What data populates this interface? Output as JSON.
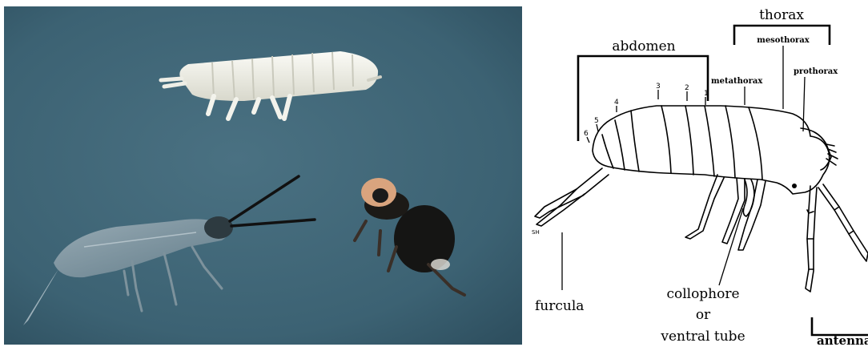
{
  "diagram": {
    "labels": {
      "thorax": "thorax",
      "mesothorax": "mesothorax",
      "abdomen": "abdomen",
      "metathorax": "metathorax",
      "prothorax": "prothorax",
      "furcula": "furcula",
      "collophore_line1": "collophore",
      "collophore_line2": "or",
      "collophore_line3": "ventral tube",
      "antennae": "antennae",
      "artist_mark": "SH"
    },
    "segment_numbers": [
      "1",
      "2",
      "3",
      "4",
      "5",
      "6"
    ]
  },
  "colors": {
    "photo_background": "#3e6475",
    "diagram_background": "#ffffff",
    "ink": "#000000"
  }
}
